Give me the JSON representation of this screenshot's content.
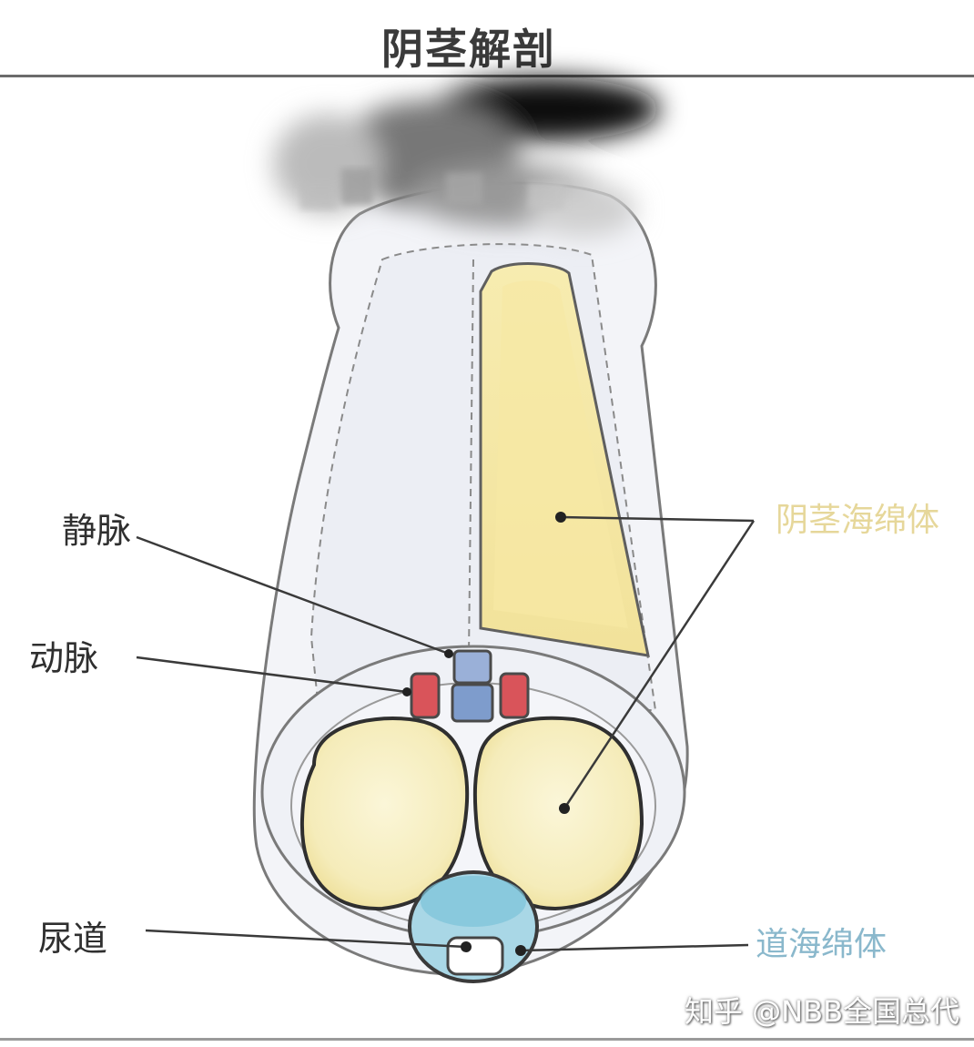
{
  "title": "阴茎解剖",
  "labels": {
    "vein": "静脉",
    "artery": "动脉",
    "urethra": "尿道",
    "corpus_cavernosum": "阴茎海绵体",
    "corpus_spongiosum": "道海绵体"
  },
  "watermark": "知乎 @NBB全国总代",
  "colors": {
    "cavernosum_fill": "#f6eebe",
    "spongiosum_fill": "#9fd3e3",
    "vein_fill": "#8aa6d4",
    "artery_fill": "#d9545a",
    "outline": "#5a5a5a",
    "skin": "#eef0f5"
  }
}
